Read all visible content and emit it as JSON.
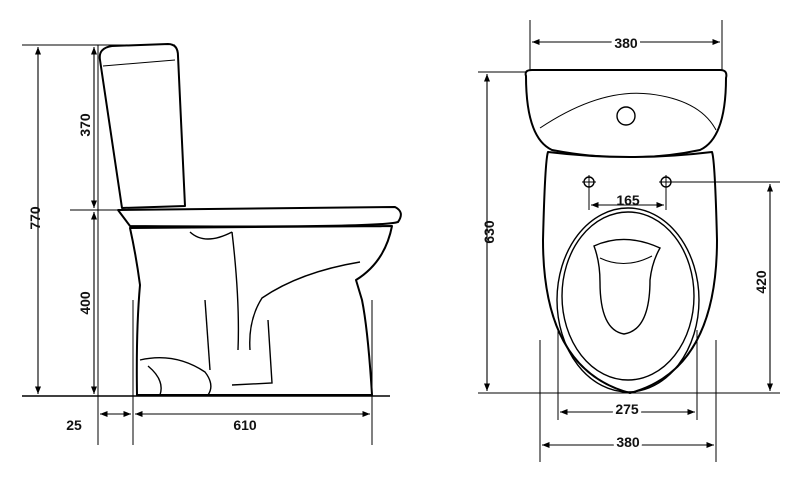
{
  "diagram": {
    "side_view": {
      "dims": {
        "total_height": "770",
        "tank_height": "370",
        "seat_height": "400",
        "offset": "25",
        "depth": "610"
      }
    },
    "top_view": {
      "dims": {
        "tank_width": "380",
        "length": "630",
        "hole_spacing": "165",
        "seat_depth": "420",
        "outlet_width": "275",
        "bowl_width": "380"
      }
    }
  }
}
